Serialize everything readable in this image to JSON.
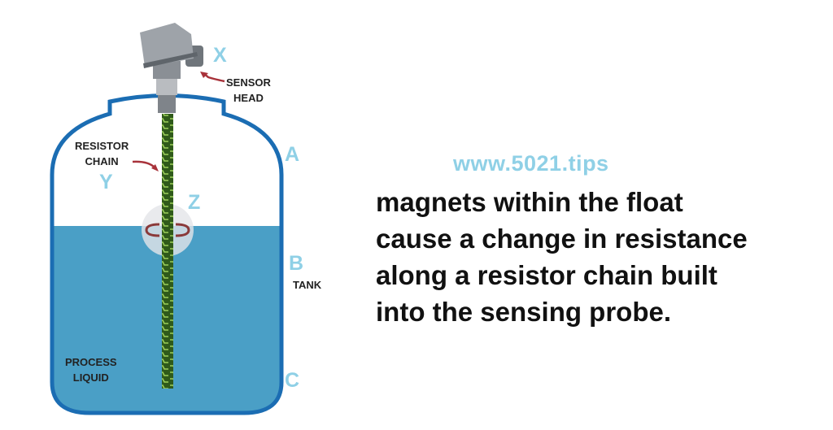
{
  "diagram": {
    "labels": {
      "sensor_head": [
        "SENSOR",
        "HEAD"
      ],
      "resistor_chain": [
        "RESISTOR",
        "CHAIN"
      ],
      "tank": "TANK",
      "process_liquid": [
        "PROCESS",
        "LIQUID"
      ]
    },
    "letters": {
      "x": "X",
      "y": "Y",
      "z": "Z",
      "a": "A",
      "b": "B",
      "c": "C"
    },
    "colors": {
      "liquid": "#4a9fc6",
      "outline": "#1b6db3",
      "letters": "#8fd0e6",
      "arrow": "#a8323a",
      "probe": "#4d7a2a"
    }
  },
  "watermark": "www.5021.tips",
  "caption": [
    "magnets within the float",
    "cause a change in resistance",
    "along a resistor chain built",
    "into the sensing probe."
  ]
}
